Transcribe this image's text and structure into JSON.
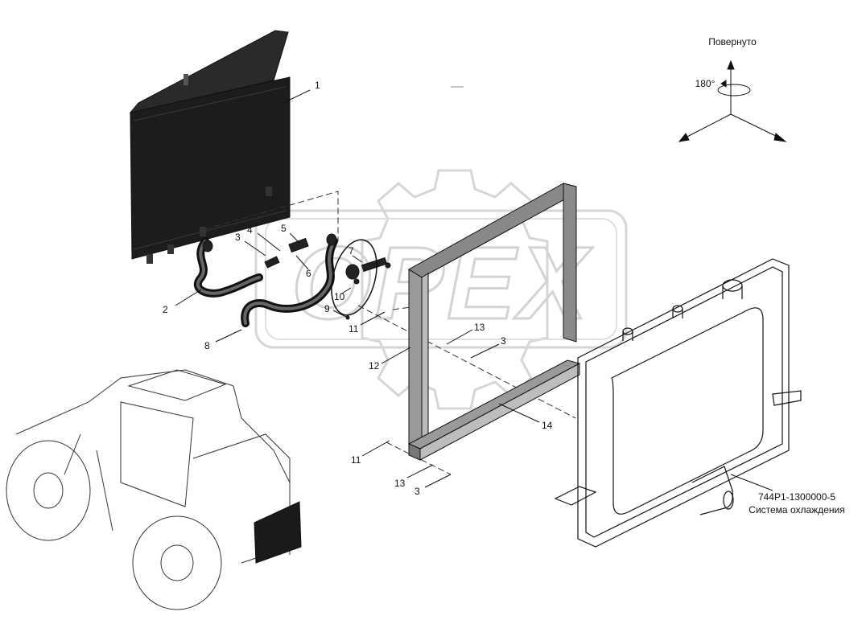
{
  "watermark": "OPEX",
  "orientation": {
    "label": "Повернуто",
    "angle": "180°"
  },
  "assembly": {
    "code": "744P1-1300000-5",
    "name": "Система охлаждения"
  },
  "callouts": [
    "1",
    "2",
    "3",
    "4",
    "5",
    "6",
    "7",
    "8",
    "9",
    "10",
    "11",
    "12",
    "13",
    "3",
    "14",
    "11",
    "13",
    "3"
  ],
  "colors": {
    "line": "#111111",
    "part_fill": "#1a1a1a",
    "frame_fill": "#9a9a9a",
    "watermark": "#d6d6d6"
  }
}
